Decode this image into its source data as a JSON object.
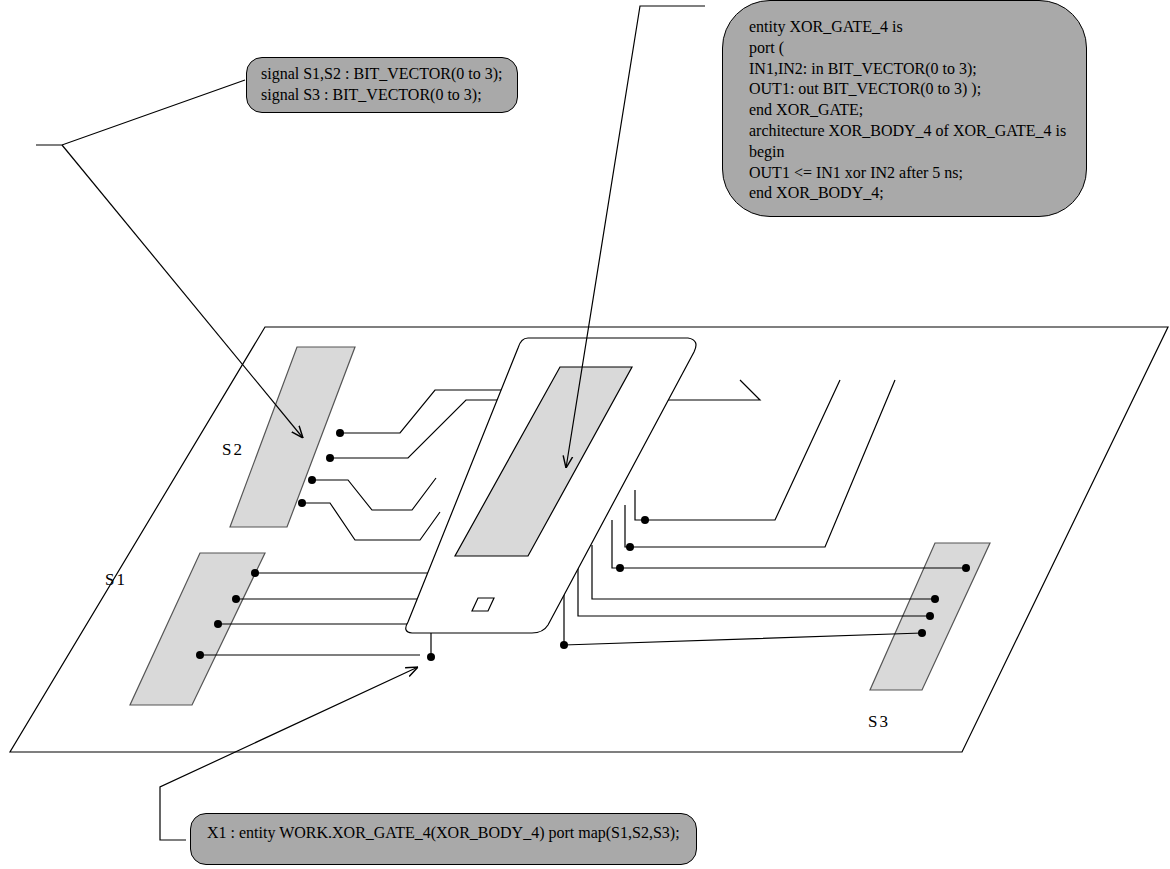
{
  "diagram": {
    "nodes": [
      {
        "text": [
          "signal S1,S2 : BIT_VECTOR(0 to 3);",
          "signal S3 : BIT_VECTOR(0 to 3);"
        ]
      },
      {
        "text": [
          "entity XOR_GATE_4 is",
          "port (",
          "IN1,IN2: in BIT_VECTOR(0 to 3);",
          "OUT1: out BIT_VECTOR(0 to 3) );",
          "end XOR_GATE;",
          "architecture XOR_BODY_4 of XOR_GATE_4 is",
          "begin",
          "OUT1 <= IN1 xor IN2 after 5 ns;",
          "end XOR_BODY_4;"
        ]
      },
      {
        "text": [
          "X1 : entity WORK.XOR_GATE_4(XOR_BODY_4) port map(S1,S2,S3);"
        ]
      }
    ],
    "labels": [
      "S2",
      "S1",
      "S3"
    ]
  }
}
